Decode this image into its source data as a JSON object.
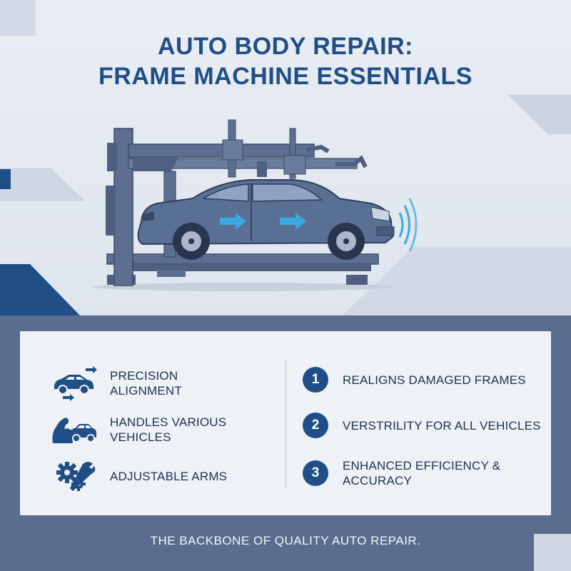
{
  "header": {
    "title_line1": "AUTO BODY REPAIR:",
    "title_line2": "FRAME MACHINE ESSENTIALS"
  },
  "features": [
    {
      "icon": "car-arrows-icon",
      "label": "PRECISION ALIGNMENT"
    },
    {
      "icon": "arm-car-icon",
      "label": "HANDLES VARIOUS VEHICLES"
    },
    {
      "icon": "gears-wrench-icon",
      "label": "ADJUSTABLE ARMS"
    }
  ],
  "steps": [
    {
      "number": "1",
      "label": "REALIGNS DAMAGED FRAMES"
    },
    {
      "number": "2",
      "label": "VERSTRILITY FOR ALL VEHICLES"
    },
    {
      "number": "3",
      "label": "ENHANCED EFFICIENCY & ACCURACY"
    }
  ],
  "footer": {
    "tagline": "THE BACKBONE OF QUALITY AUTO REPAIR."
  },
  "colors": {
    "brand_blue": "#1f4f86",
    "panel_bg": "#eef1f6",
    "bottom_band": "#5a6d8f",
    "accent_cyan": "#39a9e0"
  }
}
